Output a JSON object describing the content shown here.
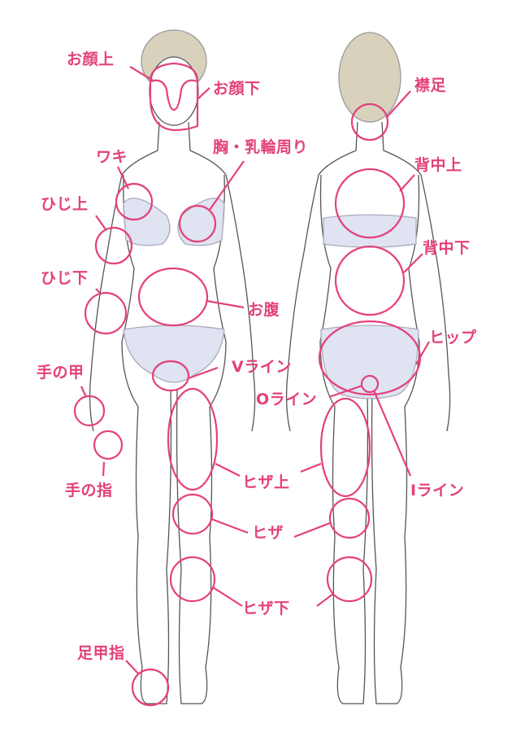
{
  "accent_color": "#e4417a",
  "front_labels": {
    "face_upper": "お顔上",
    "face_lower": "お顔下",
    "underarm": "ワキ",
    "chest": "胸・乳輪周り",
    "upper_elbow": "ひじ上",
    "lower_elbow": "ひじ下",
    "belly": "お腹",
    "back_of_hand": "手の甲",
    "fingers": "手の指",
    "v_line": "Vライン",
    "above_knee": "ヒザ上",
    "knee": "ヒザ",
    "below_knee": "ヒザ下",
    "feet_toes": "足甲指"
  },
  "back_labels": {
    "nape": "襟足",
    "upper_back": "背中上",
    "lower_back": "背中下",
    "hip": "ヒップ",
    "o_line": "Oライン",
    "i_line": "Iライン"
  }
}
